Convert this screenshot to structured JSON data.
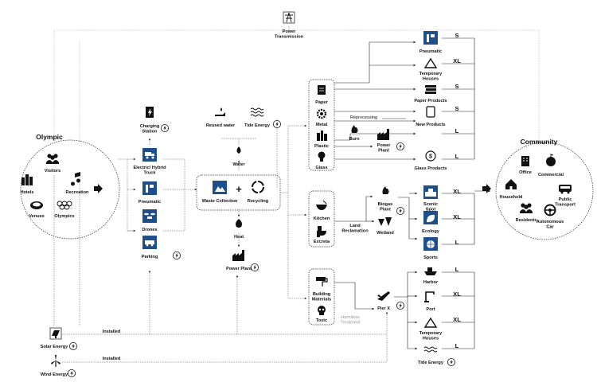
{
  "olympic": {
    "title": "Olympic",
    "items": {
      "visitors": "Visitors",
      "hotels": "Hotels",
      "recreation": "Recreation",
      "venues": "Venues",
      "olympics": "Olympics"
    }
  },
  "transport": {
    "charging": [
      "Charging",
      "Station"
    ],
    "truck": [
      "Electric/ Hybrid",
      "Truck"
    ],
    "pneumatic": "Pneumatic",
    "drones": "Drones",
    "parking": "Parking"
  },
  "center": {
    "power_transmission": [
      "Power",
      "Transmission"
    ],
    "reused_water": "Reused water",
    "tide_energy": "Tide Energy",
    "water": "Water",
    "waste_collection": "Waste Collection",
    "plus": "+",
    "recycling": "Recycling",
    "heat": "Heat",
    "power_plant": "Power Plant"
  },
  "waste": {
    "paper": "Paper",
    "metal": "Metal",
    "plastic": "Plastic",
    "glass": "Glass",
    "kitchen": "Kitchen",
    "excreta": "Excreta",
    "building": [
      "Building",
      "Materials"
    ],
    "toxic": "Toxic"
  },
  "process": {
    "reprocessing": "Reprocessing",
    "burn": "Burn",
    "power_plant": [
      "Power",
      "Plant"
    ],
    "land_reclamation": [
      "Land",
      "Reclamation"
    ],
    "biogas": [
      "Biogas",
      "Plant"
    ],
    "wetland": "Wetland",
    "harmless": [
      "Harmless",
      "Treatment"
    ],
    "pier": "Pier X"
  },
  "outputs": {
    "pneumatic": "Pneumatic",
    "temp_houses": [
      "Temporary",
      "Houses"
    ],
    "paper_products": "Paper Products",
    "new_products": "New Products",
    "glass_products": "Glass Products",
    "scenic": [
      "Scenic",
      "Spot"
    ],
    "ecology": "Ecology",
    "sports": "Sports",
    "harbor": "Harbor",
    "port": "Port",
    "temp_houses2": [
      "Temporary",
      "Houses"
    ],
    "tide_energy": "Tide Energy"
  },
  "sizes": {
    "s": "S",
    "xl": "XL",
    "l": "L"
  },
  "energy": {
    "solar": "Solar Energy",
    "wind": "Wind Energy",
    "installed": "Installed"
  },
  "community": {
    "title": "Community",
    "office": "Office",
    "commercial": "Commercial",
    "household": "Household",
    "public_transport": [
      "Public",
      "Transport"
    ],
    "residents": "Residents",
    "autonomous": [
      "Autonomous",
      "Car"
    ]
  }
}
